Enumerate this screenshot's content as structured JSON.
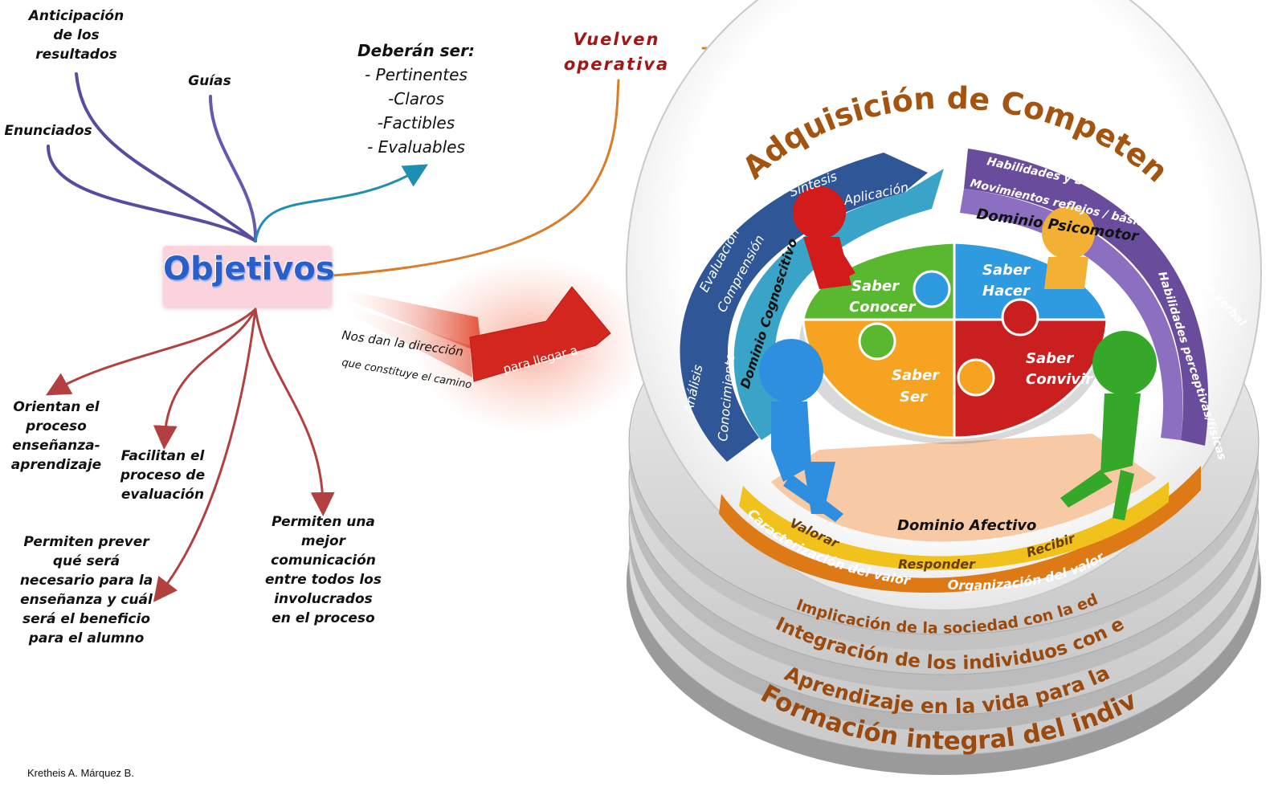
{
  "central_node": "Objetivos",
  "top_branches": {
    "anticipacion": [
      "Anticipación",
      "de los",
      "resultados"
    ],
    "guias": "Guías",
    "enunciados": "Enunciados"
  },
  "deberan_ser": {
    "heading": "Deberán ser:",
    "items": [
      "- Pertinentes",
      "-Claros",
      "-Factibles",
      "- Evaluables"
    ]
  },
  "vuelven_operativa": [
    "Vuelven",
    "operativa"
  ],
  "direction_arrow": {
    "label": "para llegar a",
    "caption_1": "Nos dan la dirección",
    "caption_2": "que constituye el camino"
  },
  "bottom_branches": {
    "orientan": [
      "Orientan el",
      "proceso",
      "enseñanza-",
      "aprendizaje"
    ],
    "facilitan": [
      "Facilitan el",
      "proceso de",
      "evaluación"
    ],
    "permiten_prever": [
      "Permiten prever",
      "qué será",
      "necesario para la",
      "enseñanza y cuál",
      "será el beneficio",
      "para el alumno"
    ],
    "permiten_comunicacion": [
      "Permiten una",
      "mejor",
      "comunicación",
      "entre todos los",
      "involucrados",
      "en el proceso"
    ]
  },
  "disk": {
    "title": "Adquisición de Competencias",
    "cognitive": {
      "domain": "Dominio Cognoscitivo",
      "levels": [
        "Conocimiento",
        "Comprensión",
        "Aplicación",
        "Análisis",
        "Síntesis",
        "Evaluación"
      ]
    },
    "psychomotor": {
      "domain": "Dominio Psicomotor",
      "levels": [
        "Movimientos reflejos / básicos",
        "Habilidades perceptivas/físicas",
        "Habilidades y Destrezas",
        "Comunicación verbal"
      ]
    },
    "affective": {
      "domain": "Dominio Afectivo",
      "inner_levels": [
        "Recibir",
        "Responder",
        "Valorar"
      ],
      "outer_levels": [
        "Organización del valor",
        "Caracterización del valor"
      ]
    },
    "puzzle": [
      {
        "label": [
          "Saber",
          "Conocer"
        ],
        "color": "#59b82f"
      },
      {
        "label": [
          "Saber",
          "Hacer"
        ],
        "color": "#2e9ae0"
      },
      {
        "label": [
          "Saber",
          "Ser"
        ],
        "color": "#f5a321"
      },
      {
        "label": [
          "Saber",
          "Convivir"
        ],
        "color": "#c91f1f"
      }
    ],
    "layers": [
      "Implicación de la sociedad con la educación",
      "Integración de los individuos con el entorno",
      "Aprendizaje en la vida para la vida",
      "Formación integral del individuo"
    ]
  },
  "colors": {
    "accent_title": "#a35410",
    "cognitive_dark": "#2f5696",
    "cognitive_light": "#3aa3c8",
    "psychomotor": "#7a5ca8",
    "affective_orange": "#dd7a16",
    "affective_yellow": "#f0c21b",
    "objetivos_text": "#2a5ec9",
    "vuelven_text": "#a31515"
  },
  "credit": "Kretheis A. Márquez B."
}
